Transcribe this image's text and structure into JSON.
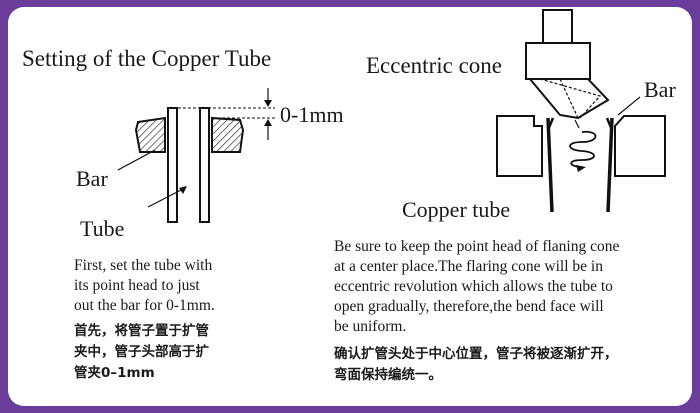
{
  "left": {
    "title": "Setting of the Copper Tube",
    "dimension": "0-1mm",
    "bar_label": "Bar",
    "tube_label": "Tube",
    "instruction_en": [
      "First, set the tube with",
      "its point head to just",
      "out the bar for 0-1mm."
    ],
    "instruction_cn": [
      "首先，将管子置于扩管",
      "夹中，管子头部高于扩",
      "管夹0–1mm"
    ]
  },
  "right": {
    "title": "Eccentric cone",
    "bar_label": "Bar",
    "tube_label": "Copper tube",
    "instruction_en": [
      "Be sure to keep the point head of flaning cone",
      "at a center place.The flaring cone will be in",
      "eccentric revolution which allows the tube to",
      "open gradually, therefore,the bend face will",
      "be uniform."
    ],
    "instruction_cn": [
      "确认扩管头处于中心位置，管子将被逐渐扩开，",
      "弯面保持编统一。"
    ]
  }
}
